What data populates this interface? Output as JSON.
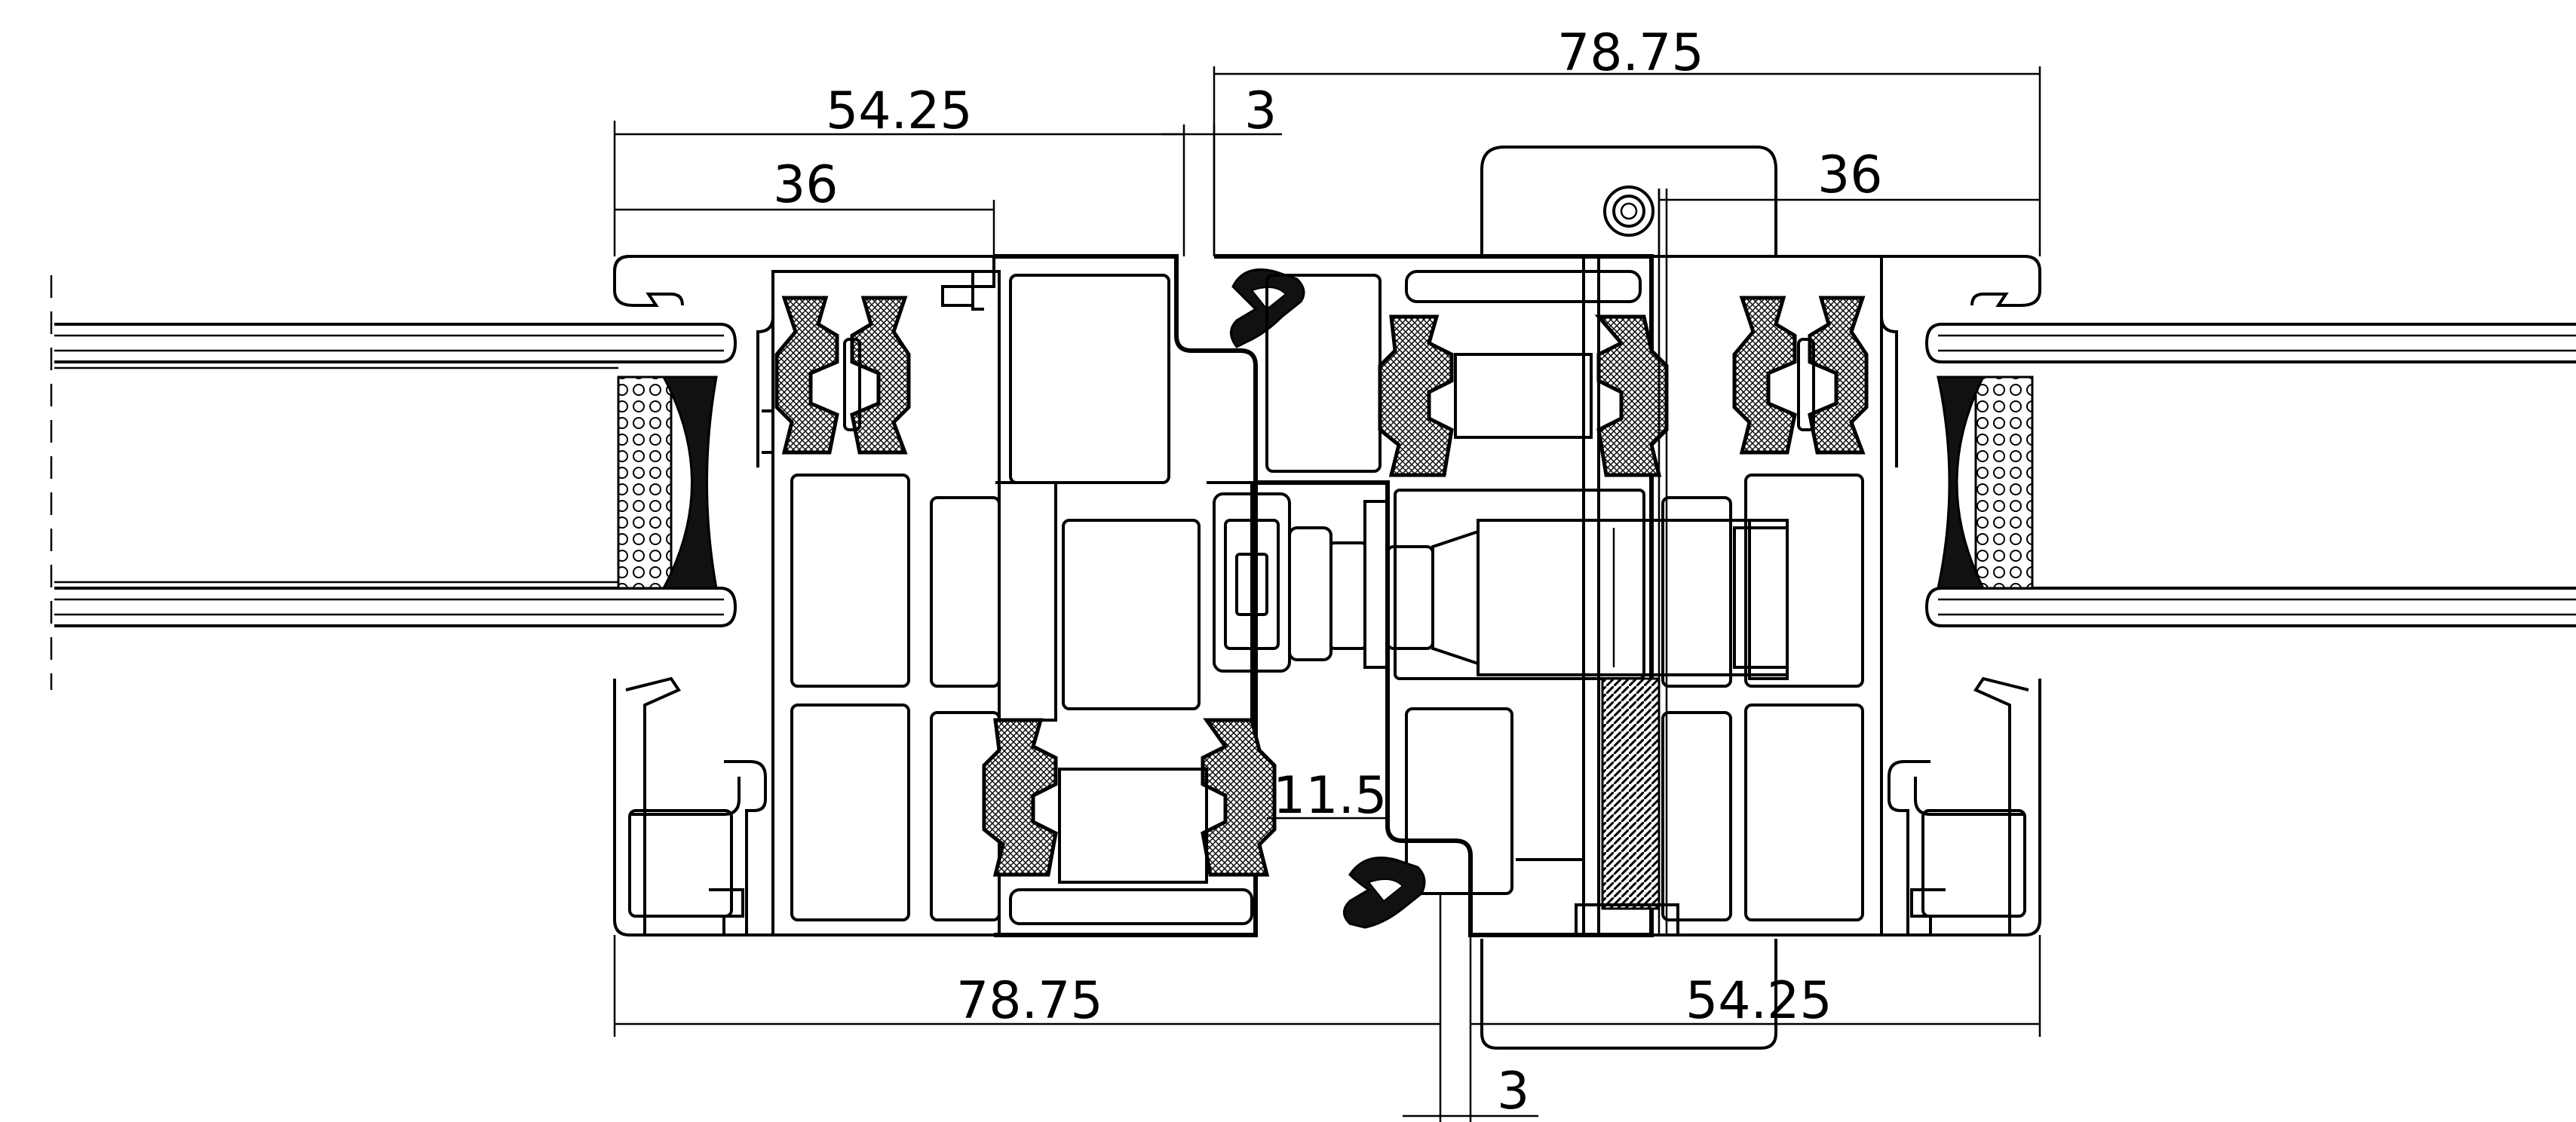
{
  "drawing": {
    "dimensions": {
      "top_overall": "78.75",
      "top_left_overall": "54.25",
      "top_left_glass": "36",
      "top_gap": "3",
      "top_right_glass": "36",
      "mid_offset": "11.5",
      "bottom_left_overall": "78.75",
      "bottom_right_overall": "54.25",
      "bottom_gap": "3"
    }
  }
}
